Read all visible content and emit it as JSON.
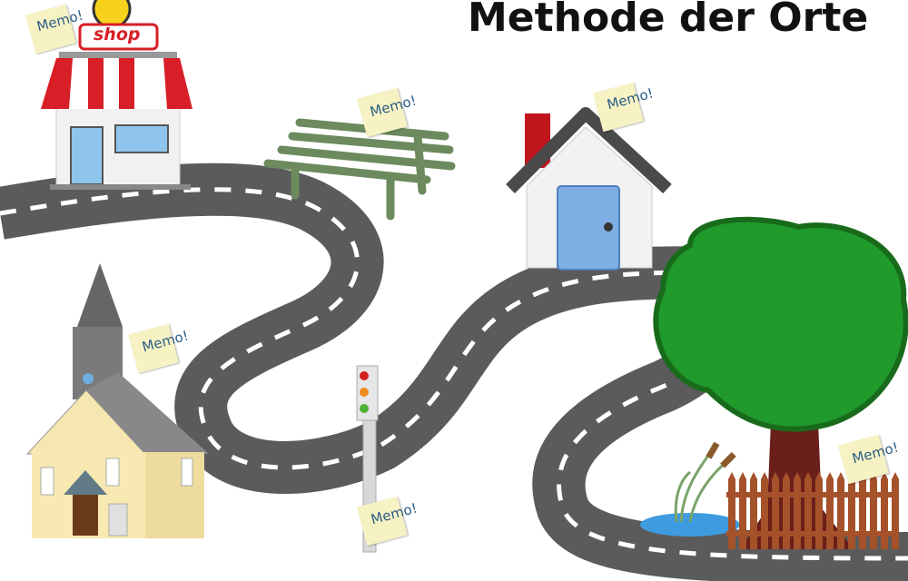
{
  "title": "Methode der Orte",
  "shop_sign": "shop",
  "memo_label": "Memo!",
  "memos": [
    {
      "location": "shop",
      "text": "Memo!"
    },
    {
      "location": "bench",
      "text": "Memo!"
    },
    {
      "location": "house",
      "text": "Memo!"
    },
    {
      "location": "church",
      "text": "Memo!"
    },
    {
      "location": "traffic-light",
      "text": "Memo!"
    },
    {
      "location": "tree",
      "text": "Memo!"
    }
  ],
  "colors": {
    "road": "#5b5b5b",
    "tree": "#1f9a2b",
    "shop_red": "#d81e26",
    "memo": "#f7f2c4",
    "memo_text": "#2b5d86"
  }
}
